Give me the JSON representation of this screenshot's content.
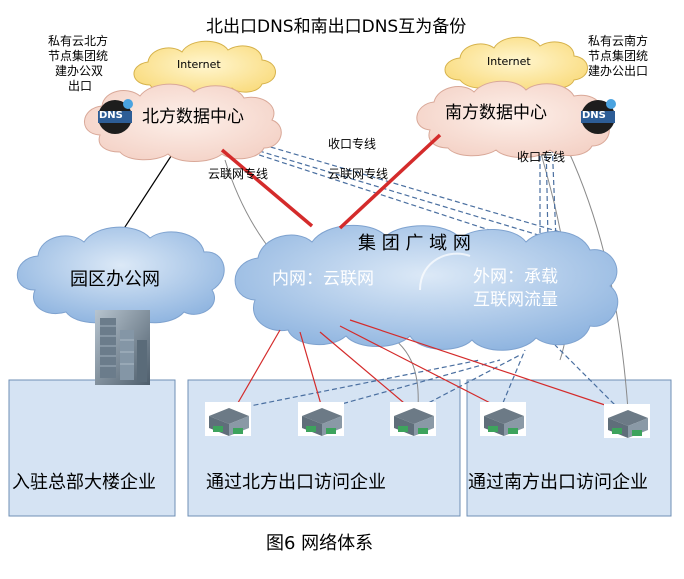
{
  "title": "北出口DNS和南出口DNS互为备份",
  "caption": "图6  网络体系",
  "north": {
    "internet_label": "Internet",
    "dc_label": "北方数据中心",
    "dns_label": "DNS",
    "note_lines": [
      "私有云北方",
      "节点集团统",
      "建办公双",
      "出口"
    ]
  },
  "south": {
    "internet_label": "Internet",
    "dc_label": "南方数据中心",
    "dns_label": "DNS",
    "note_lines": [
      "私有云南方",
      "节点集团统",
      "建办公出口"
    ]
  },
  "links": {
    "north_cloud_line": "云联网专线",
    "south_cloud_line": "云联网专线",
    "north_return_line": "收口专线",
    "south_return_line": "收口专线"
  },
  "wan": {
    "title": "集 团 广 域 网",
    "inner": "内网：云联网",
    "outer_line1": "外网：承载",
    "outer_line2": "互联网流量"
  },
  "park": {
    "label": "园区办公网"
  },
  "boxes": {
    "hq": "入驻总部大楼企业",
    "north_exit": "通过北方出口访问企业",
    "south_exit": "通过南方出口访问企业"
  },
  "colors": {
    "cloud_blue": "#9fbfe3",
    "cloud_pink": "#f7dcd3",
    "cloud_yellow": "#fde69a",
    "red_line": "#d42b2b",
    "dashed_line": "#4a6fa0",
    "box_fill": "#d5e3f3"
  }
}
